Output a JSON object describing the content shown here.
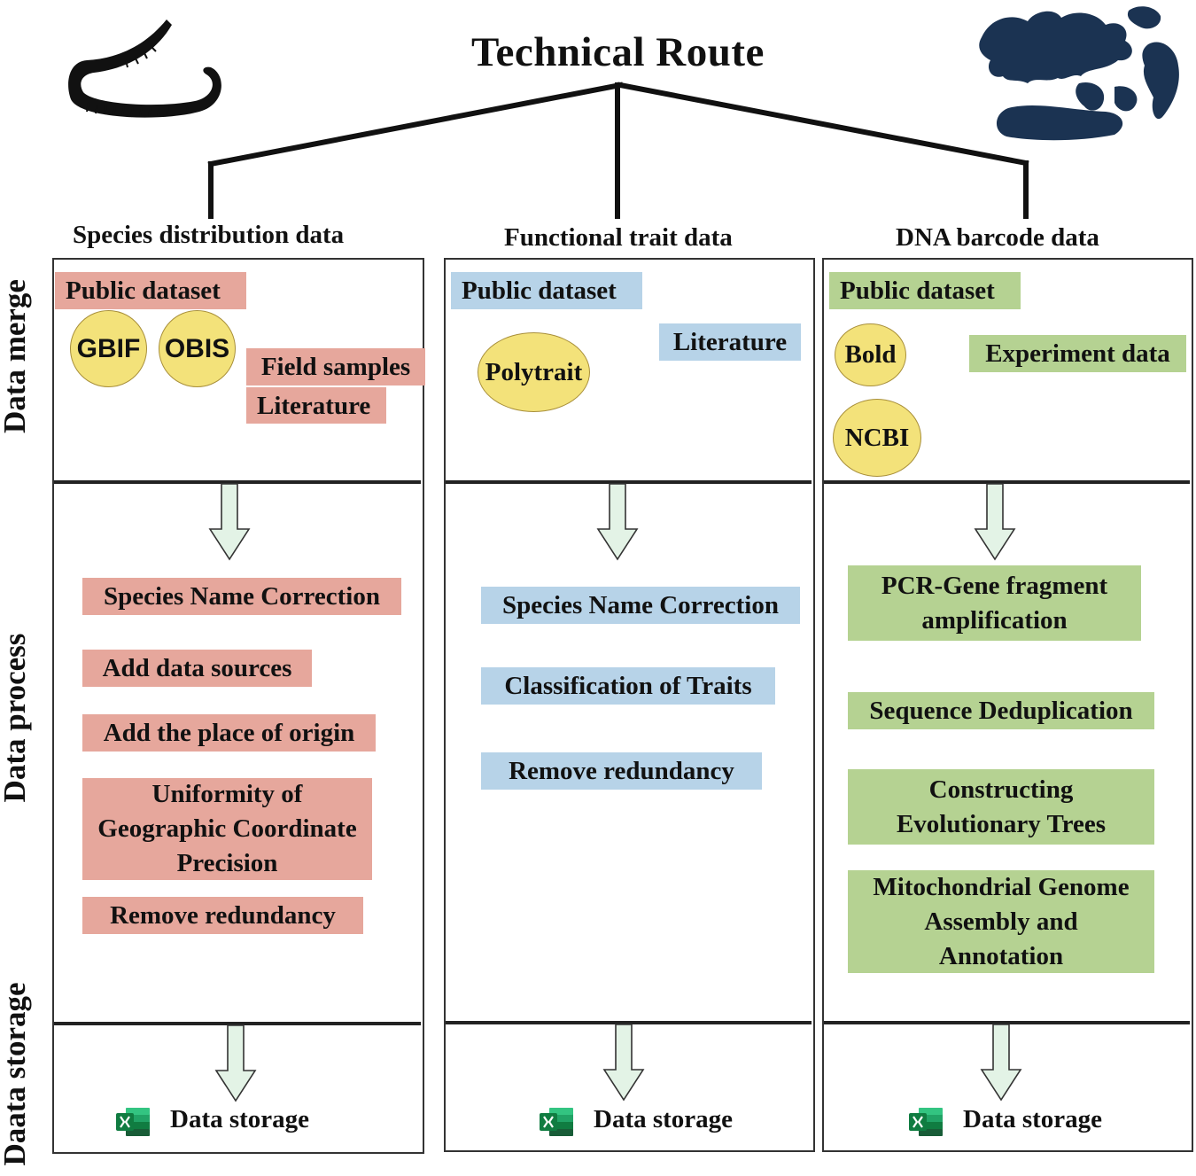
{
  "title": "Technical Route",
  "row_labels": {
    "merge": "Data merge",
    "process": "Data process",
    "storage": "Daata storage"
  },
  "columns": [
    {
      "heading": "Species distribution data",
      "merge": {
        "public_dataset": "Public dataset",
        "ovals": [
          "GBIF",
          "OBIS"
        ],
        "field_samples": "Field samples",
        "literature": "Literature"
      },
      "process": [
        "Species Name Correction",
        "Add data sources",
        "Add the place of origin",
        [
          "Uniformity of",
          "Geographic Coordinate",
          "Precision"
        ],
        "Remove redundancy"
      ],
      "storage": "Data storage"
    },
    {
      "heading": "Functional trait data",
      "merge": {
        "public_dataset": "Public dataset",
        "literature": "Literature",
        "ovals": [
          "Polytrait"
        ]
      },
      "process": [
        "Species Name Correction",
        "Classification of Traits",
        "Remove redundancy"
      ],
      "storage": "Data storage"
    },
    {
      "heading": "DNA barcode data",
      "merge": {
        "public_dataset": "Public dataset",
        "ovals": [
          "Bold",
          "NCBI"
        ],
        "experiment": "Experiment data"
      },
      "process": [
        [
          "PCR-Gene fragment",
          "amplification"
        ],
        "Sequence Deduplication",
        [
          "Constructing",
          "Evolutionary Trees"
        ],
        [
          "Mitochondrial Genome",
          "Assembly and",
          "Annotation"
        ]
      ],
      "storage": "Data storage"
    }
  ],
  "icons": {
    "top_left": "millipede-icon",
    "top_right": "world-map-icon",
    "storage": "excel-icon"
  },
  "colors": {
    "species_distribution": "#e6a79c",
    "functional_trait": "#b7d3e8",
    "dna_barcode": "#b5d292",
    "oval_fill": "#f3e27a",
    "arrow_fill": "#e3f3e6",
    "excel_green": "#1e7145"
  }
}
